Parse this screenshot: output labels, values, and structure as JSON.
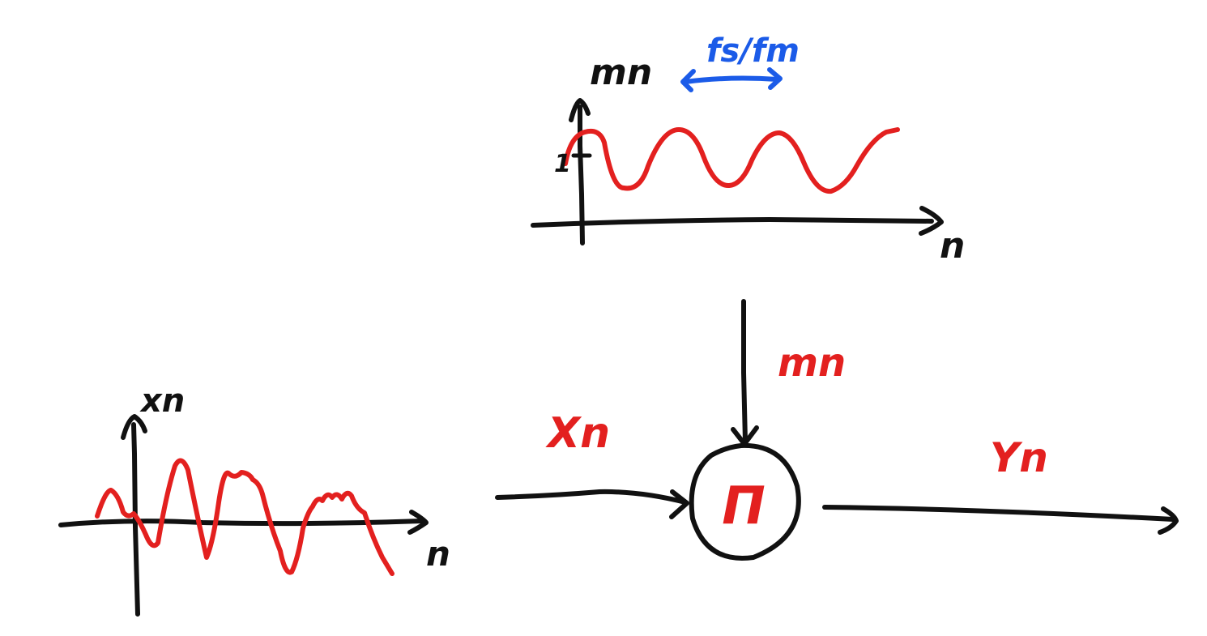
{
  "colors": {
    "ink": "#111111",
    "signal": "#e3201f",
    "annotation": "#1b5be8",
    "background": "#ffffff"
  },
  "top_plot": {
    "signal_label": "mn",
    "amplitude_tick_label": "1",
    "axis_label": "n",
    "period_annotation": "fs/fm"
  },
  "bottom_plot": {
    "signal_label": "xn",
    "axis_label": "n"
  },
  "block_diagram": {
    "input_label": "Xn",
    "modulator_label": "mn",
    "operator_symbol": "Π",
    "output_label": "Yn"
  }
}
